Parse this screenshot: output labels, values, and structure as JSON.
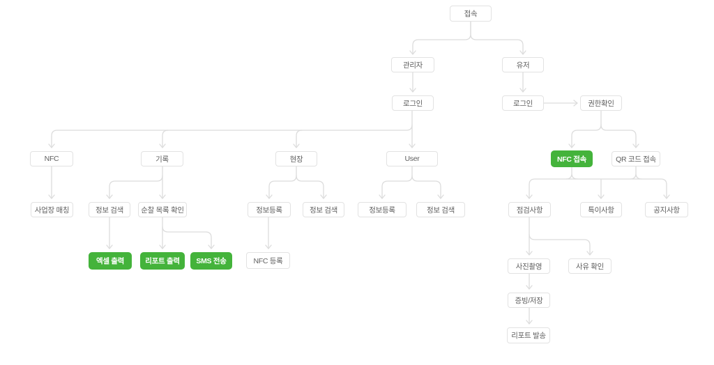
{
  "diagram": {
    "title": "접속 flow diagram",
    "colors": {
      "green": "#44b33b",
      "border": "#e2e2e2",
      "text": "#5f5f5f",
      "line": "#dcdcdc"
    },
    "nodes": {
      "access": {
        "label": "접속",
        "variant": "default"
      },
      "admin": {
        "label": "관리자",
        "variant": "default"
      },
      "user": {
        "label": "유저",
        "variant": "default"
      },
      "admin_login": {
        "label": "로그인",
        "variant": "default"
      },
      "user_login": {
        "label": "로그인",
        "variant": "default"
      },
      "auth_check": {
        "label": "권한확인",
        "variant": "default"
      },
      "nfc": {
        "label": "NFC",
        "variant": "default"
      },
      "record": {
        "label": "기록",
        "variant": "default"
      },
      "site": {
        "label": "현장",
        "variant": "default"
      },
      "user_mgmt": {
        "label": "User",
        "variant": "default"
      },
      "nfc_access": {
        "label": "NFC 접속",
        "variant": "green"
      },
      "qr_access": {
        "label": "QR 코드 접속",
        "variant": "default"
      },
      "workplace_matching": {
        "label": "사업장 매칭",
        "variant": "default"
      },
      "info_search_record": {
        "label": "정보 검색",
        "variant": "default"
      },
      "patrol_list_check": {
        "label": "순찰 목록 확인",
        "variant": "default"
      },
      "info_register_site": {
        "label": "정보등록",
        "variant": "default"
      },
      "info_search_site": {
        "label": "정보 검색",
        "variant": "default"
      },
      "info_register_user": {
        "label": "정보등록",
        "variant": "default"
      },
      "info_search_user": {
        "label": "정보 검색",
        "variant": "default"
      },
      "inspection_items": {
        "label": "점검사항",
        "variant": "default"
      },
      "special_items": {
        "label": "특이사항",
        "variant": "default"
      },
      "notice_items": {
        "label": "공지사항",
        "variant": "default"
      },
      "excel_export": {
        "label": "엑셀 출력",
        "variant": "green"
      },
      "report_export": {
        "label": "리포트 출력",
        "variant": "green"
      },
      "sms_send": {
        "label": "SMS 전송",
        "variant": "green"
      },
      "nfc_register": {
        "label": "NFC 등록",
        "variant": "default"
      },
      "photo_capture": {
        "label": "사진촬영",
        "variant": "default"
      },
      "reason_check": {
        "label": "사유 확인",
        "variant": "default"
      },
      "evidence_save": {
        "label": "증빙/저장",
        "variant": "default"
      },
      "report_send": {
        "label": "리포트 발송",
        "variant": "default"
      }
    },
    "edges": [
      {
        "from": "access",
        "to": "admin"
      },
      {
        "from": "access",
        "to": "user"
      },
      {
        "from": "admin",
        "to": "admin_login"
      },
      {
        "from": "user",
        "to": "user_login"
      },
      {
        "from": "user_login",
        "to": "auth_check"
      },
      {
        "from": "admin_login",
        "to": "nfc"
      },
      {
        "from": "admin_login",
        "to": "record"
      },
      {
        "from": "admin_login",
        "to": "site"
      },
      {
        "from": "admin_login",
        "to": "user_mgmt"
      },
      {
        "from": "nfc",
        "to": "workplace_matching"
      },
      {
        "from": "record",
        "to": "info_search_record"
      },
      {
        "from": "record",
        "to": "patrol_list_check"
      },
      {
        "from": "info_search_record",
        "to": "excel_export"
      },
      {
        "from": "patrol_list_check",
        "to": "report_export"
      },
      {
        "from": "patrol_list_check",
        "to": "sms_send"
      },
      {
        "from": "site",
        "to": "info_register_site"
      },
      {
        "from": "site",
        "to": "info_search_site"
      },
      {
        "from": "info_register_site",
        "to": "nfc_register"
      },
      {
        "from": "user_mgmt",
        "to": "info_register_user"
      },
      {
        "from": "user_mgmt",
        "to": "info_search_user"
      },
      {
        "from": "auth_check",
        "to": "nfc_access"
      },
      {
        "from": "auth_check",
        "to": "qr_access"
      },
      {
        "from": "nfc_access",
        "to": "inspection_items"
      },
      {
        "from": "nfc_access",
        "to": "special_items"
      },
      {
        "from": "nfc_access",
        "to": "notice_items"
      },
      {
        "from": "qr_access",
        "to": "inspection_items"
      },
      {
        "from": "qr_access",
        "to": "special_items"
      },
      {
        "from": "qr_access",
        "to": "notice_items"
      },
      {
        "from": "inspection_items",
        "to": "photo_capture"
      },
      {
        "from": "inspection_items",
        "to": "reason_check"
      },
      {
        "from": "photo_capture",
        "to": "evidence_save"
      },
      {
        "from": "evidence_save",
        "to": "report_send"
      }
    ]
  }
}
